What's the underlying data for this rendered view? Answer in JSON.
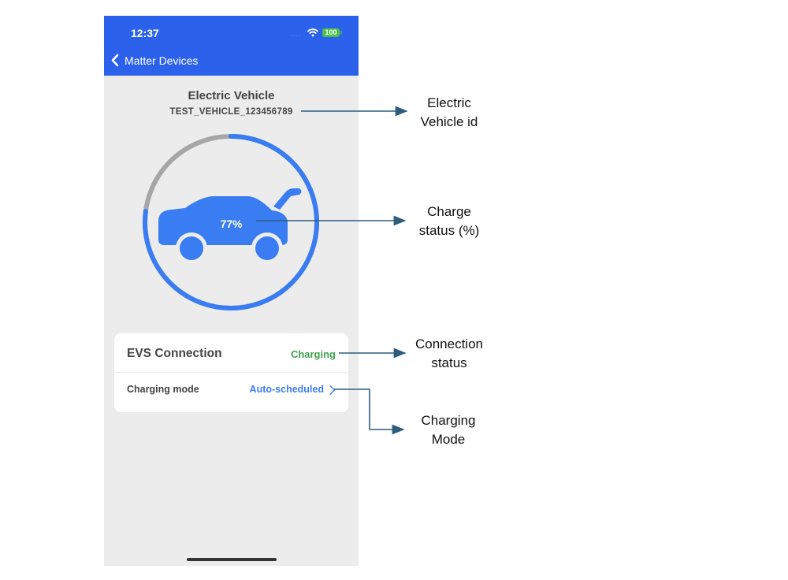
{
  "status_bar": {
    "time": "12:37",
    "signal": "....",
    "battery": "100",
    "colors": {
      "battery": "#4cc24a"
    }
  },
  "nav": {
    "back_label": "Matter Devices",
    "back_icon": "chevron-left-icon",
    "background": "#2c62eb"
  },
  "device": {
    "title": "Electric Vehicle",
    "vehicle_id": "TEST_VEHICLE_123456789",
    "charge_percent": 77,
    "charge_label": "77%",
    "icon": "car-icon",
    "colors": {
      "progress": "#3a7cf2",
      "track": "#a6a6a6"
    }
  },
  "card": {
    "connection_label": "EVS Connection",
    "connection_status": "Charging",
    "mode_label": "Charging mode",
    "mode_value": "Auto-scheduled",
    "colors": {
      "status": "#3ea24f",
      "link": "#3a7cf2"
    }
  },
  "annotations": [
    {
      "id": "vehicle-id",
      "line1": "Electric",
      "line2": "Vehicle id"
    },
    {
      "id": "charge-status",
      "line1": "Charge",
      "line2": "status (%)"
    },
    {
      "id": "connection-status",
      "line1": "Connection",
      "line2": "status"
    },
    {
      "id": "charging-mode",
      "line1": "Charging",
      "line2": "Mode"
    }
  ]
}
